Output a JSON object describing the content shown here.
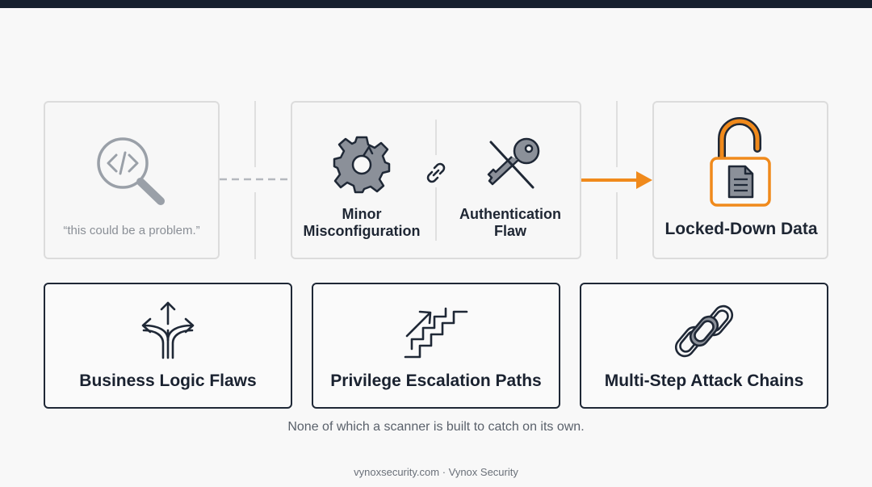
{
  "top_row": {
    "scanner_card": {
      "icon": "magnifier-code-icon",
      "quote": "“this could be a problem.”"
    },
    "chain_card": {
      "left": {
        "icon": "broken-gear-icon",
        "label": "Minor\nMisconfiguration"
      },
      "link_icon": "link-icon",
      "right": {
        "icon": "crossed-key-icon",
        "label": "Authentication\nFlaw"
      }
    },
    "data_card": {
      "icon": "unlocked-padlock-document-icon",
      "label": "Locked-Down Data"
    }
  },
  "bottom_row": [
    {
      "icon": "diverging-arrows-icon",
      "label": "Business Logic Flaws"
    },
    {
      "icon": "stairs-arrow-icon",
      "label": "Privilege Escalation Paths"
    },
    {
      "icon": "chain-links-icon",
      "label": "Multi-Step Attack Chains"
    }
  ],
  "caption": "None of which a scanner is built to catch on its own.",
  "footer": "vynoxsecurity.com · Vynox Security",
  "colors": {
    "accent": "#f08a1c",
    "dark": "#1f2836",
    "muted_border": "#dcdcdc",
    "icon_gray": "#8b9099"
  }
}
